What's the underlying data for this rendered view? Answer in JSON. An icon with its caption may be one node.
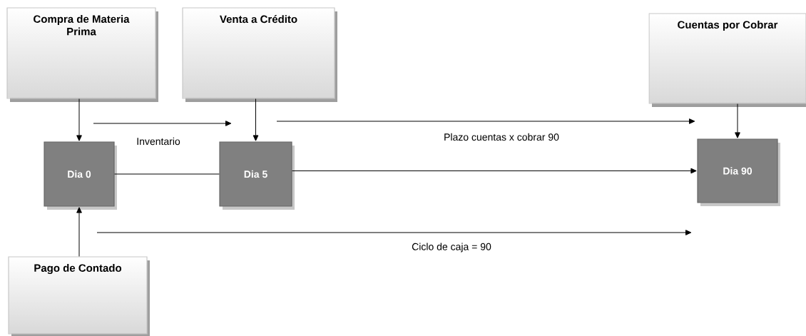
{
  "diagram": {
    "nodes": [
      {
        "text": [
          "Compra de Materia Prima"
        ]
      },
      {
        "text": [
          "Venta a Crédito"
        ]
      },
      {
        "text": [
          "Cuentas por Cobrar"
        ]
      },
      {
        "text": [
          "Dia 0"
        ]
      },
      {
        "text": [
          "Dia 5"
        ]
      },
      {
        "text": [
          "Dia 90"
        ]
      },
      {
        "text": [
          "Pago de Contado"
        ]
      }
    ],
    "edges": [
      {
        "from": 0,
        "to": 3,
        "arrow": "to"
      },
      {
        "from": 1,
        "to": 4,
        "arrow": "to"
      },
      {
        "from": 2,
        "to": 5,
        "arrow": "to"
      },
      {
        "from": 6,
        "to": 3,
        "arrow": "to"
      },
      {
        "from": 3,
        "to": 4,
        "arrow": "none"
      },
      {
        "from": 4,
        "to": 5,
        "arrow": "to"
      }
    ],
    "labels": [
      "Inventario",
      "Plazo cuentas x cobrar 90",
      "Ciclo de caja = 90"
    ]
  }
}
